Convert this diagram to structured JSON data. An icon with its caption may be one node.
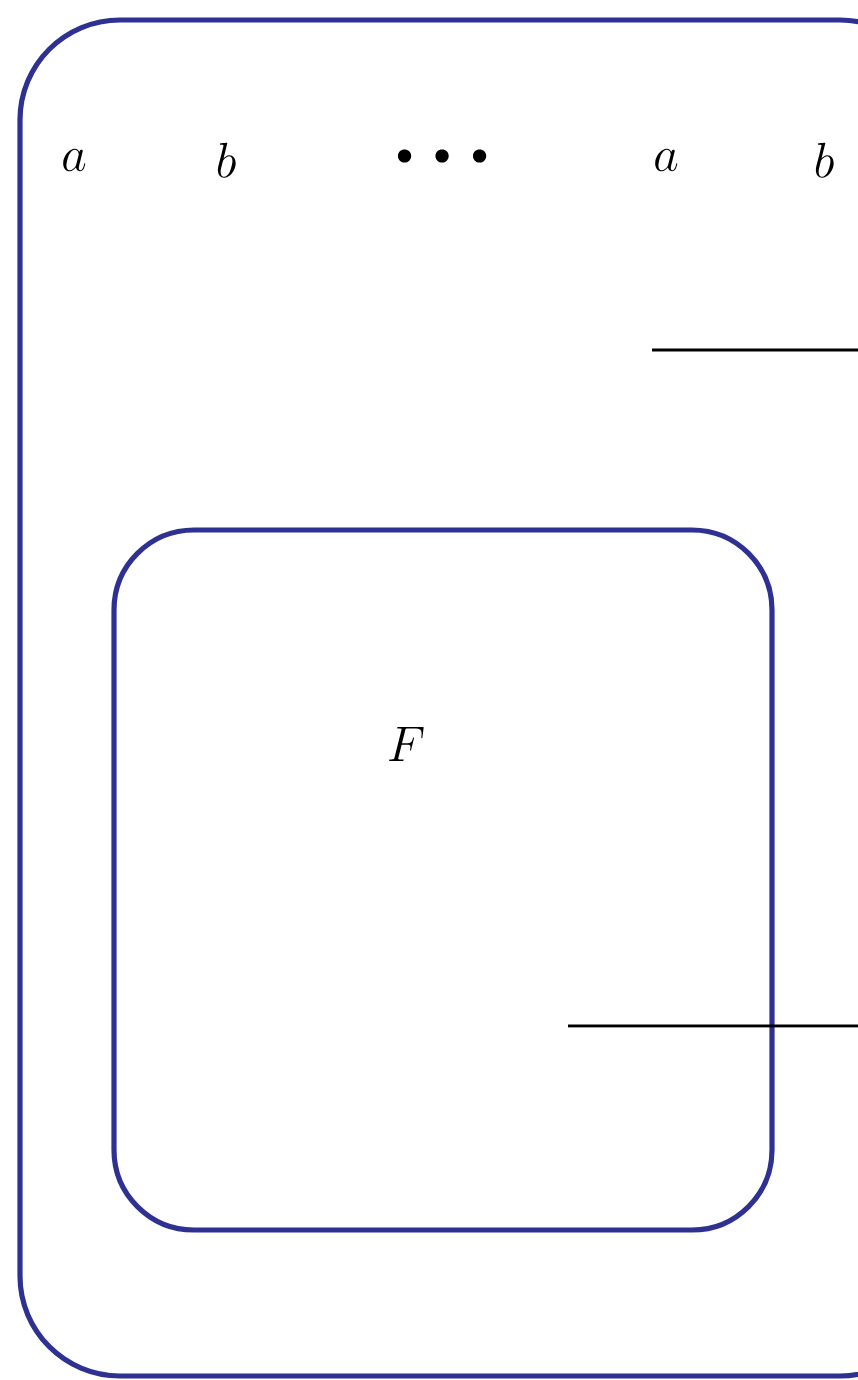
{
  "diagram": {
    "nodes": [
      {
        "text": [],
        "shape": "box"
      },
      {
        "text": [
          "F"
        ],
        "in": 0
      }
    ],
    "edges": [
      {
        "from": 0,
        "to": null,
        "arrow": "none"
      },
      {
        "from": 1,
        "to": null,
        "arrow": "none"
      }
    ],
    "labels": [
      "a",
      "b",
      "…",
      "a",
      "b"
    ]
  }
}
